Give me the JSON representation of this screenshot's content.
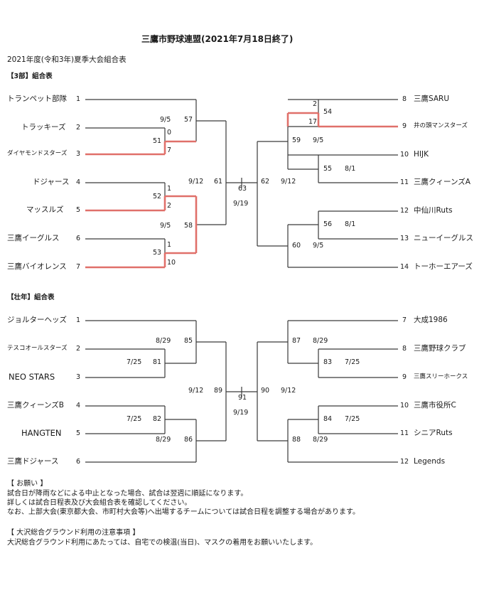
{
  "header": {
    "title": "三鷹市野球連盟(2021年7月18日終了)",
    "subtitle": "2021年度(令和3年)夏季大会組合表"
  },
  "colors": {
    "line": "#3a3a3a",
    "winner": "#e0706a"
  },
  "div3": {
    "label": "【3部】組合表",
    "left": [
      {
        "name": "トランペット部隊",
        "seed": "1"
      },
      {
        "name": "トラッキーズ",
        "seed": "2"
      },
      {
        "name": "ダイヤモンドスターズ",
        "seed": "3"
      },
      {
        "name": "ドジャース",
        "seed": "4"
      },
      {
        "name": "マッスルズ",
        "seed": "5"
      },
      {
        "name": "三鷹イーグルス",
        "seed": "6"
      },
      {
        "name": "三鷹バイオレンス",
        "seed": "7"
      }
    ],
    "right": [
      {
        "seed": "8",
        "name": "三鷹SARU"
      },
      {
        "seed": "9",
        "name": "井の頭マンスターズ"
      },
      {
        "seed": "10",
        "name": "HIJK"
      },
      {
        "seed": "11",
        "name": "三鷹クィーンズA"
      },
      {
        "seed": "12",
        "name": "中仙川Ruts"
      },
      {
        "seed": "13",
        "name": "ニューイーグルス"
      },
      {
        "seed": "14",
        "name": "トーホーエアーズ"
      }
    ],
    "games": {
      "g51": "51",
      "g51_score_top": "0",
      "g51_score_bot": "7",
      "g52": "52",
      "g52_score_top": "1",
      "g52_score_bot": "2",
      "g53": "53",
      "g53_score_top": "1",
      "g53_score_bot": "10",
      "g54": "54",
      "g54_score_top": "2",
      "g54_score_bot": "17",
      "g55": "55",
      "g55_date": "8/1",
      "g56": "56",
      "g56_date": "8/1",
      "g57": "57",
      "g57_date": "9/5",
      "g58": "58",
      "g58_date": "9/5",
      "g59": "59",
      "g59_date": "9/5",
      "g60": "60",
      "g60_date": "9/5",
      "g61": "61",
      "g61_date": "9/12",
      "g62": "62",
      "g62_date": "9/12",
      "g63": "63",
      "g63_date": "9/19"
    }
  },
  "senior": {
    "label": "【壮年】組合表",
    "left": [
      {
        "name": "ジョルターヘッズ",
        "seed": "1"
      },
      {
        "name": "テスコオールスターズ",
        "seed": "2"
      },
      {
        "name": "NEO STARS",
        "seed": "3"
      },
      {
        "name": "三鷹クィーンズB",
        "seed": "4"
      },
      {
        "name": "HANGTEN",
        "seed": "5"
      },
      {
        "name": "三鷹ドジャース",
        "seed": "6"
      }
    ],
    "right": [
      {
        "seed": "7",
        "name": "大成1986"
      },
      {
        "seed": "8",
        "name": "三鷹野球クラブ"
      },
      {
        "seed": "9",
        "name": "三鷹スリーホークス"
      },
      {
        "seed": "10",
        "name": "三鷹市役所C"
      },
      {
        "seed": "11",
        "name": "シニアRuts"
      },
      {
        "seed": "12",
        "name": "Legends"
      }
    ],
    "games": {
      "g81": "81",
      "g81_date": "7/25",
      "g82": "82",
      "g82_date": "7/25",
      "g83": "83",
      "g83_date": "7/25",
      "g84": "84",
      "g84_date": "7/25",
      "g85": "85",
      "g85_date": "8/29",
      "g86": "86",
      "g86_date": "8/29",
      "g87": "87",
      "g87_date": "8/29",
      "g88": "88",
      "g88_date": "8/29",
      "g89": "89",
      "g89_date": "9/12",
      "g90": "90",
      "g90_date": "9/12",
      "g91": "91",
      "g91_date": "9/19"
    }
  },
  "notes": {
    "request_title": "【 お願い 】",
    "request_lines": [
      "試合日が降雨などによる中止となった場合、試合は翌週に順延になります。",
      "詳しくは試合日程表及び大会組合表を確認してください。",
      "なお、上部大会(東京都大会、市町村大会等)へ出場するチームについては試合日程を調整する場合があります。"
    ],
    "ground_title": "【 大沢総合グラウンド利用の注意事項 】",
    "ground_lines": [
      "大沢総合グラウンド利用にあたっては、自宅での検温(当日)、マスクの着用をお願いいたします。"
    ]
  }
}
